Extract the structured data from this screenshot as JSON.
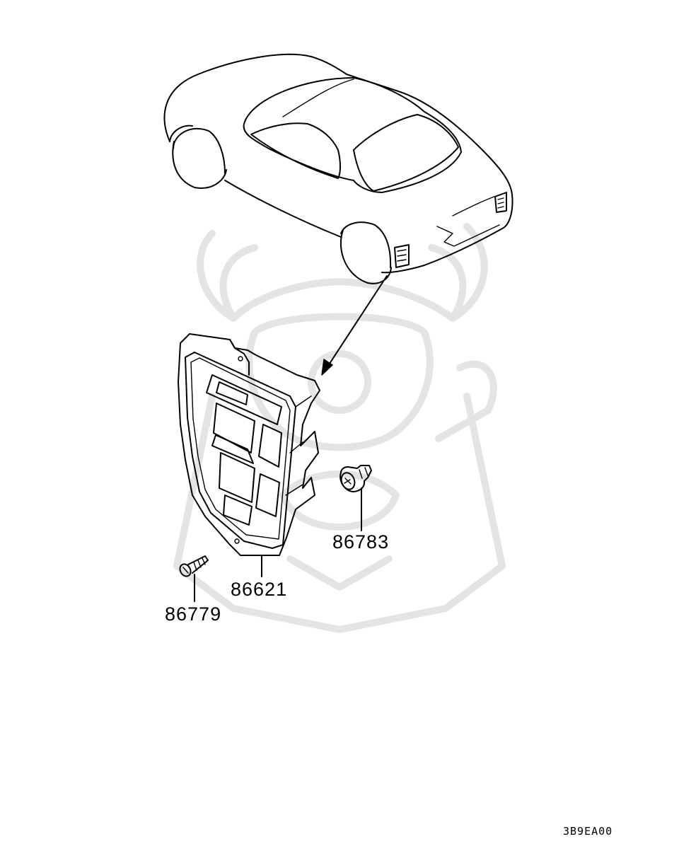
{
  "parts": {
    "bracket": "86621",
    "clip": "86783",
    "screw": "86779"
  },
  "diagram_code": "3B9EA00"
}
